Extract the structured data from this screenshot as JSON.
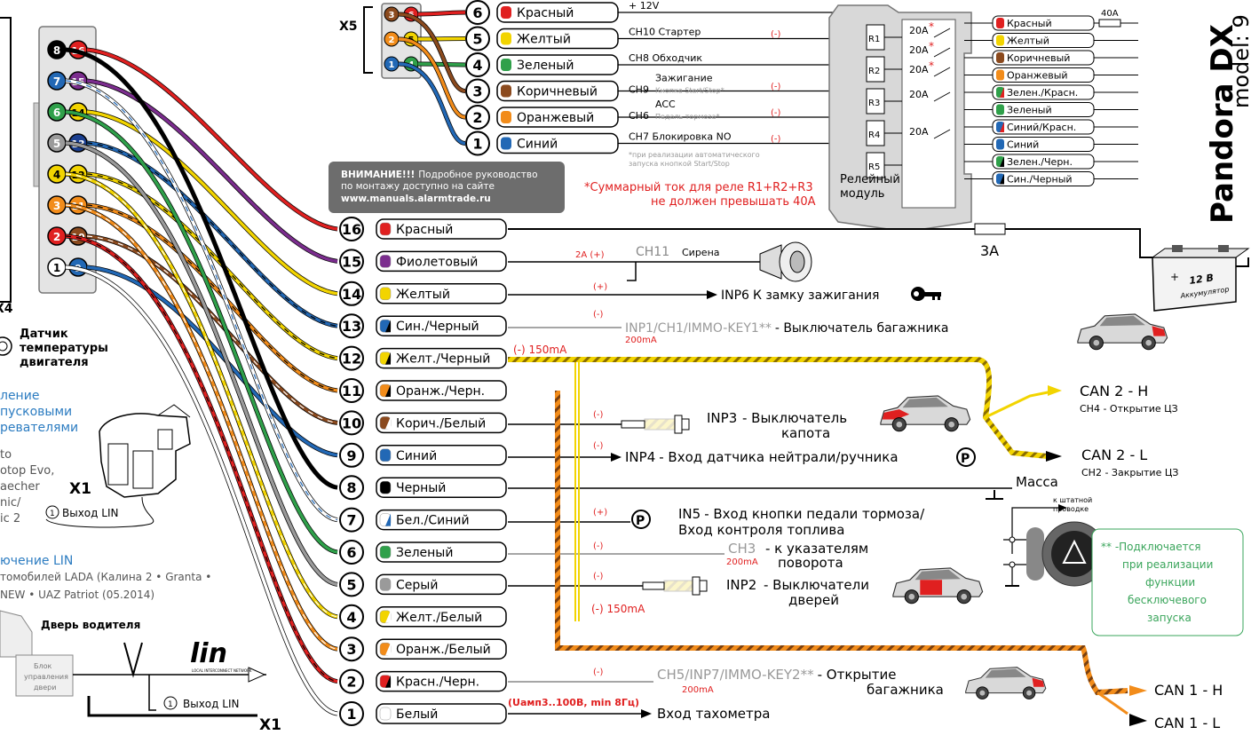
{
  "brand": {
    "title": "Pandora DX",
    "model": "model: 9"
  },
  "top_wires": [
    {
      "n": "6",
      "label": "Красный",
      "note": "+ 12V",
      "color": "#e02020"
    },
    {
      "n": "5",
      "label": "Желтый",
      "note": "CH10 Стартер",
      "color": "#f2d400",
      "polarity": "(-)"
    },
    {
      "n": "4",
      "label": "Зеленый",
      "note": "CH8 Обходчик",
      "color": "#2fa04a"
    },
    {
      "n": "3",
      "label": "Коричневый",
      "note": "CH9",
      "note2": "Зажигание",
      "note3": "Кнопка Start/Stop*",
      "color": "#8b4a1e",
      "polarity": "(-)"
    },
    {
      "n": "2",
      "label": "Оранжевый",
      "note": "CH6",
      "note2": "ACC",
      "note3": "Педаль тормоза*",
      "color": "#f28c1a",
      "polarity": "(-)"
    },
    {
      "n": "1",
      "label": "Синий",
      "note": "CH7 Блокировка NO",
      "color": "#2268b5",
      "polarity": "(-)"
    }
  ],
  "top_footnote": [
    "*при реализации автоматического",
    "запуска кнопкой Start/Stop"
  ],
  "connector_x5": "X5",
  "connector_x4": "X4",
  "connector_x1": "X1",
  "warning": {
    "title": "ВНИМАНИЕ!!!",
    "line1": "Подробное руководство",
    "line2": "по монтажу доступно на сайте",
    "url": "www.manuals.alarmtrade.ru"
  },
  "relay_note": [
    "*Суммарный ток для реле R1+R2+R3",
    "не должен превышать 40А"
  ],
  "relay": {
    "title": [
      "Релейный",
      "модуль"
    ],
    "slots": [
      "R1",
      "R2",
      "R3",
      "R4",
      "R5"
    ],
    "ratings": [
      "20A",
      "20A",
      "20A",
      "20A",
      "20A"
    ],
    "star": "*"
  },
  "relay_out": [
    {
      "label": "Красный",
      "c1": "#e02020",
      "c2": "#e02020"
    },
    {
      "label": "Желтый",
      "c1": "#f2d400",
      "c2": "#f2d400"
    },
    {
      "label": "Коричневый",
      "c1": "#8b4a1e",
      "c2": "#8b4a1e"
    },
    {
      "label": "Оранжевый",
      "c1": "#f28c1a",
      "c2": "#f28c1a"
    },
    {
      "label": "Зелен./Красн.",
      "c1": "#2fa04a",
      "c2": "#e02020"
    },
    {
      "label": "Зеленый",
      "c1": "#2fa04a",
      "c2": "#2fa04a"
    },
    {
      "label": "Синий/Красн.",
      "c1": "#2268b5",
      "c2": "#e02020"
    },
    {
      "label": "Синий",
      "c1": "#2268b5",
      "c2": "#2268b5"
    },
    {
      "label": "Зелен./Черн.",
      "c1": "#2fa04a",
      "c2": "#000000"
    },
    {
      "label": "Син./Черный",
      "c1": "#2268b5",
      "c2": "#000000"
    }
  ],
  "fuse40": "40A",
  "fuse3": "3A",
  "battery": {
    "voltage": "12 В",
    "label": "Аккумулятор"
  },
  "x4_pins": [
    {
      "l": "8",
      "lc": "#000000",
      "r": "16",
      "rc": "#e02020"
    },
    {
      "l": "7",
      "lc": "#2268b5",
      "r": "15",
      "rc": "#7b2d8e"
    },
    {
      "l": "6",
      "lc": "#2fa04a",
      "r": "14",
      "rc": "#f2d400"
    },
    {
      "l": "5",
      "lc": "#9a9a9a",
      "r": "13",
      "rc": "#1b3f8f"
    },
    {
      "l": "4",
      "lc": "#f2d400",
      "r": "12",
      "rc": "#f2d400"
    },
    {
      "l": "3",
      "lc": "#f28c1a",
      "r": "11",
      "rc": "#f28c1a"
    },
    {
      "l": "2",
      "lc": "#e02020",
      "r": "10",
      "rc": "#8b4a1e"
    },
    {
      "l": "1",
      "lc": "#ffffff",
      "r": "9",
      "rc": "#2268b5"
    }
  ],
  "wires": [
    {
      "n": "16",
      "label": "Красный",
      "c1": "#e02020",
      "c2": "#e02020"
    },
    {
      "n": "15",
      "label": "Фиолетовый",
      "c1": "#7b2d8e",
      "c2": "#7b2d8e"
    },
    {
      "n": "14",
      "label": "Желтый",
      "c1": "#f2d400",
      "c2": "#f2d400"
    },
    {
      "n": "13",
      "label": "Син./Черный",
      "c1": "#2268b5",
      "c2": "#000000"
    },
    {
      "n": "12",
      "label": "Желт./Черный",
      "c1": "#f2d400",
      "c2": "#000000"
    },
    {
      "n": "11",
      "label": "Оранж./Черн.",
      "c1": "#f28c1a",
      "c2": "#000000"
    },
    {
      "n": "10",
      "label": "Корич./Белый",
      "c1": "#8b4a1e",
      "c2": "#ffffff"
    },
    {
      "n": "9",
      "label": "Синий",
      "c1": "#2268b5",
      "c2": "#2268b5"
    },
    {
      "n": "8",
      "label": "Черный",
      "c1": "#000000",
      "c2": "#000000"
    },
    {
      "n": "7",
      "label": "Бел./Синий",
      "c1": "#ffffff",
      "c2": "#2268b5"
    },
    {
      "n": "6",
      "label": "Зеленый",
      "c1": "#2fa04a",
      "c2": "#2fa04a"
    },
    {
      "n": "5",
      "label": "Серый",
      "c1": "#9a9a9a",
      "c2": "#9a9a9a"
    },
    {
      "n": "4",
      "label": "Желт./Белый",
      "c1": "#f2d400",
      "c2": "#ffffff"
    },
    {
      "n": "3",
      "label": "Оранж./Белый",
      "c1": "#f28c1a",
      "c2": "#ffffff"
    },
    {
      "n": "2",
      "label": "Красн./Черн.",
      "c1": "#e02020",
      "c2": "#000000"
    },
    {
      "n": "1",
      "label": "Белый",
      "c1": "#ffffff",
      "c2": "#ffffff"
    }
  ],
  "functions": {
    "siren": {
      "pol": "2A (+)",
      "ch": "CH11",
      "name": "Сирена"
    },
    "ign": {
      "pol": "(+)",
      "name": "INP6",
      "desc": "К замку зажигания"
    },
    "trunk_sw": {
      "pol": "(-)",
      "name": "INP1/CH1/IMMO-KEY1**",
      "desc": "- Выключатель багажника",
      "cur": "200mA"
    },
    "w12": {
      "pol": "(-) 150mA"
    },
    "hood": {
      "pol": "(-)",
      "name": "INP3",
      "desc1": "- Выключатель",
      "desc2": "капота"
    },
    "neutral": {
      "pol": "(-)",
      "name": "INP4",
      "desc": "- Вход датчика нейтрали/ручника"
    },
    "mass": "Масса",
    "brake": {
      "pol": "(+)",
      "name": "IN5",
      "desc1": "- Вход кнопки педали тормоза/",
      "desc2": "Вход контроля топлива"
    },
    "turn": {
      "pol": "(-)",
      "name": "CH3",
      "desc1": "- к указателям",
      "desc2": "поворота",
      "cur": "200mA"
    },
    "doors": {
      "pol": "(-)",
      "name": "INP2",
      "desc1": "- Выключатели",
      "desc2": "дверей"
    },
    "w4": {
      "pol": "(-) 150mA"
    },
    "trunk_open": {
      "pol": "(-)",
      "name": "CH5/INP7/IMMO-KEY2**",
      "desc1": "- Открытие",
      "desc2": "багажника",
      "cur": "200mA"
    },
    "tacho": {
      "volt": "(Uамп3..100В, min 8Гц)",
      "desc": "Вход тахометра"
    },
    "standard_wiring": [
      "к штатной",
      "проводке"
    ]
  },
  "can2": {
    "h": "CAN 2 - H",
    "h_sub": "CH4 - Открытие ЦЗ",
    "l": "CAN 2 - L",
    "l_sub": "CH2 - Закрытие ЦЗ"
  },
  "can1": {
    "h": "CAN 1 - H",
    "l": "CAN 1 - L"
  },
  "footnote2": [
    "** -Подключается",
    "при реализации",
    "функции",
    "бесключевого",
    "запуска"
  ],
  "left": {
    "temp_sensor": [
      "Датчик",
      "температуры",
      "двигателя"
    ],
    "heater_title": [
      "ление",
      "пусковыми",
      "ревателями"
    ],
    "heater_list": [
      "to",
      "otop Evo,",
      "aecher",
      "nic/",
      "ic 2"
    ],
    "lin_out": "Выход LIN",
    "lin_title": "ючение LIN",
    "lin_desc1": "томобилей LADA (Калина 2 • Granta •",
    "lin_desc2": "NEW • UAZ Patriot (05.2014)",
    "door": "Дверь водителя",
    "door_unit": [
      "Блок",
      "управления",
      "двери"
    ],
    "lin_logo": "lin",
    "lin_logo_sub": "LOCAL INTERCONNECT NETWORK",
    "pin_one": "1"
  }
}
